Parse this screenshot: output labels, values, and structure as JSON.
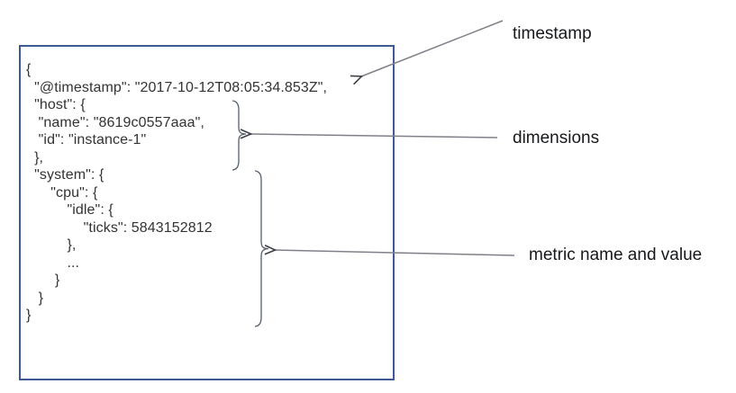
{
  "code_box": {
    "description": "json-event-document",
    "lines": [
      "{",
      "  \"@timestamp\": \"2017-10-12T08:05:34.853Z\",",
      "  \"host\": {",
      "   \"name\": \"8619c0557aaa\",",
      "   \"id\": \"instance-1\"",
      "  },",
      "  \"system\": {",
      "      \"cpu\": {",
      "          \"idle\": {",
      "              \"ticks\": 5843152812",
      "          },",
      "          ...",
      "       }",
      "   }",
      "}"
    ]
  },
  "annotations": [
    {
      "label": "timestamp"
    },
    {
      "label": "dimensions"
    },
    {
      "label": "metric name and value"
    }
  ],
  "colors": {
    "box_border": "#3c5a96",
    "code_text": "#333333",
    "label_text": "#16181c",
    "arrow_line": "#80808a",
    "arrow_head": "#3f3f47",
    "brace": "#555e6e",
    "background": "#ffffff"
  }
}
